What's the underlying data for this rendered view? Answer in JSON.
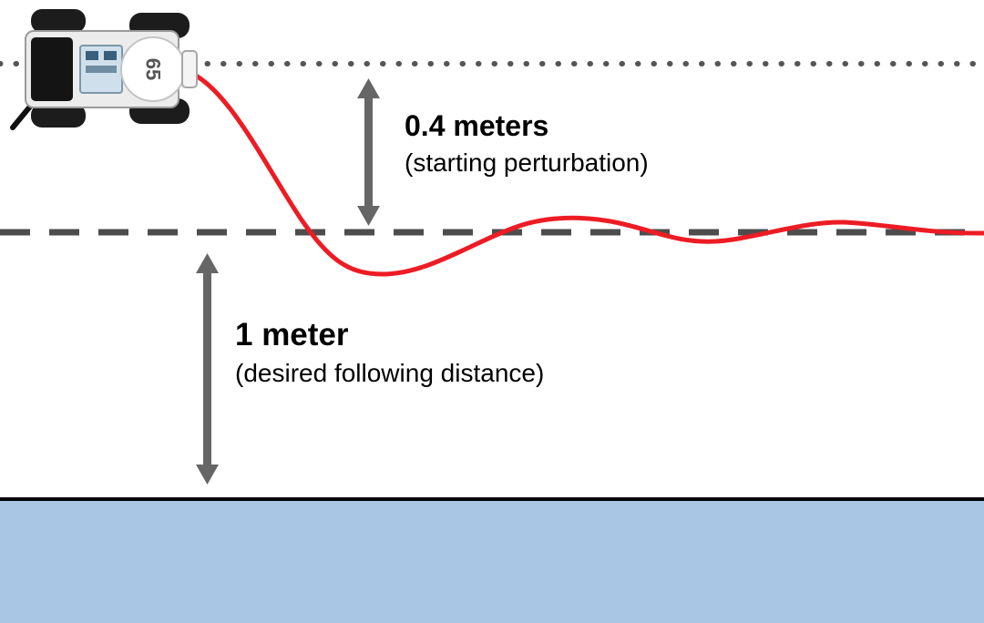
{
  "diagram": {
    "perturbation": {
      "label": "0.4 meters",
      "sublabel": "(starting perturbation)"
    },
    "following_distance": {
      "label": "1 meter",
      "sublabel": "(desired following distance)"
    },
    "robot": {
      "number": "65"
    },
    "colors": {
      "trajectory": "#ed1c24",
      "arrow": "#666666",
      "dashed_line": "#4d4d4d",
      "dotted_line": "#555555",
      "ground_fill": "#a9c7e5",
      "ground_border": "#000000"
    }
  }
}
